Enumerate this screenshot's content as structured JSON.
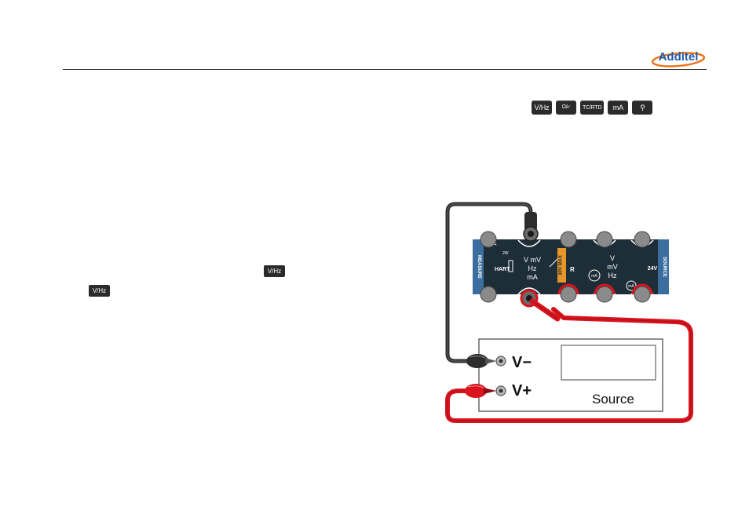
{
  "brand": {
    "name": "Additel",
    "text_color": "#1e5aa8",
    "swoosh_color": "#e8731a"
  },
  "function_tabs": [
    {
      "id": "v-hz",
      "label": "V/Hz"
    },
    {
      "id": "ohm",
      "label": "Ω/⩗"
    },
    {
      "id": "tc-rtd",
      "label": "TC/RTD"
    },
    {
      "id": "ma",
      "label": "mA"
    },
    {
      "id": "pressure",
      "label": "⚲"
    }
  ],
  "inline_keys": [
    {
      "label": "V/Hz"
    },
    {
      "label": "V/Hz"
    }
  ],
  "device": {
    "left_side_label": "MEASURE",
    "right_side_label": "SOURCE",
    "measure_terminal_labels": {
      "hart": "HART",
      "two_w": "2W",
      "line1": "V mV",
      "line2": "Hz",
      "line3": "mA"
    },
    "max_label": "30V MAX",
    "r_label": "R",
    "source_terminal_labels": {
      "line1": "V",
      "line2": "mV",
      "line3": "Hz",
      "ma": "mA",
      "v24": "24V"
    },
    "colors": {
      "panel": "#1e2e38",
      "accent": "#e8962a",
      "terminal": "#8a8a8a",
      "side_strip": "#3b6e9e"
    }
  },
  "source_box": {
    "terminal_neg": "V−",
    "terminal_pos": "V+",
    "label": "Source"
  },
  "lead_colors": {
    "black": "#2d2d2d",
    "red": "#d9141e"
  }
}
